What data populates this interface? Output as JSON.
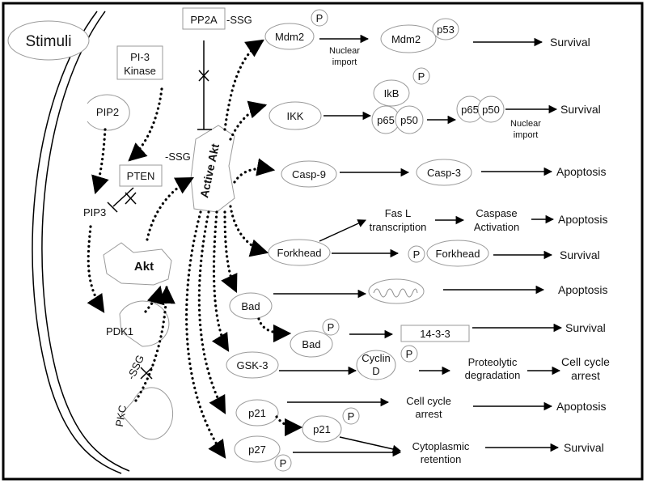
{
  "title_bubble": "Stimuli",
  "upstream": {
    "pi3k": [
      "PI-3",
      "Kinase"
    ],
    "pip2": "PIP2",
    "pten": "PTEN",
    "pten_ssg": "-SSG",
    "pip3": "PIP3",
    "akt": "Akt",
    "pdk1": "PDK1",
    "pkc": "PKC",
    "pkc_ssg": "-SSG",
    "pp2a": "PP2A",
    "pp2a_ssg": "-SSG",
    "active_akt": "Active Akt"
  },
  "p": "P",
  "mdm2": {
    "node": "Mdm2",
    "node2": "Mdm2",
    "partner": "p53",
    "note": [
      "Nuclear",
      "import"
    ],
    "outcome": "Survival"
  },
  "ikk": {
    "node": "IKK",
    "ikb": "IkB",
    "p65": "p65",
    "p50": "p50",
    "note": [
      "Nuclear",
      "import"
    ],
    "outcome": "Survival"
  },
  "casp": {
    "casp9": "Casp-9",
    "casp3": "Casp-3",
    "outcome": "Apoptosis"
  },
  "forkhead": {
    "node": "Forkhead",
    "fasl": [
      "Fas L",
      "transcription"
    ],
    "caspase": [
      "Caspase",
      "Activation"
    ],
    "outcome_a": "Apoptosis",
    "node2": "Forkhead",
    "outcome_b": "Survival"
  },
  "bad": {
    "node": "Bad",
    "outcome_a": "Apoptosis",
    "node2": "Bad",
    "partner": "14-3-3",
    "outcome_b": "Survival"
  },
  "gsk": {
    "node": "GSK-3",
    "cyclin": [
      "Cyclin",
      "D"
    ],
    "degradation": [
      "Proteolytic",
      "degradation"
    ],
    "outcome": [
      "Cell cycle",
      "arrest"
    ]
  },
  "p21": {
    "node": "p21",
    "arrest": [
      "Cell cycle",
      "arrest"
    ],
    "outcome": "Apoptosis",
    "node2": "p21"
  },
  "p27": {
    "node": "p27",
    "retention": [
      "Cytoplasmic",
      "retention"
    ],
    "outcome": "Survival"
  }
}
